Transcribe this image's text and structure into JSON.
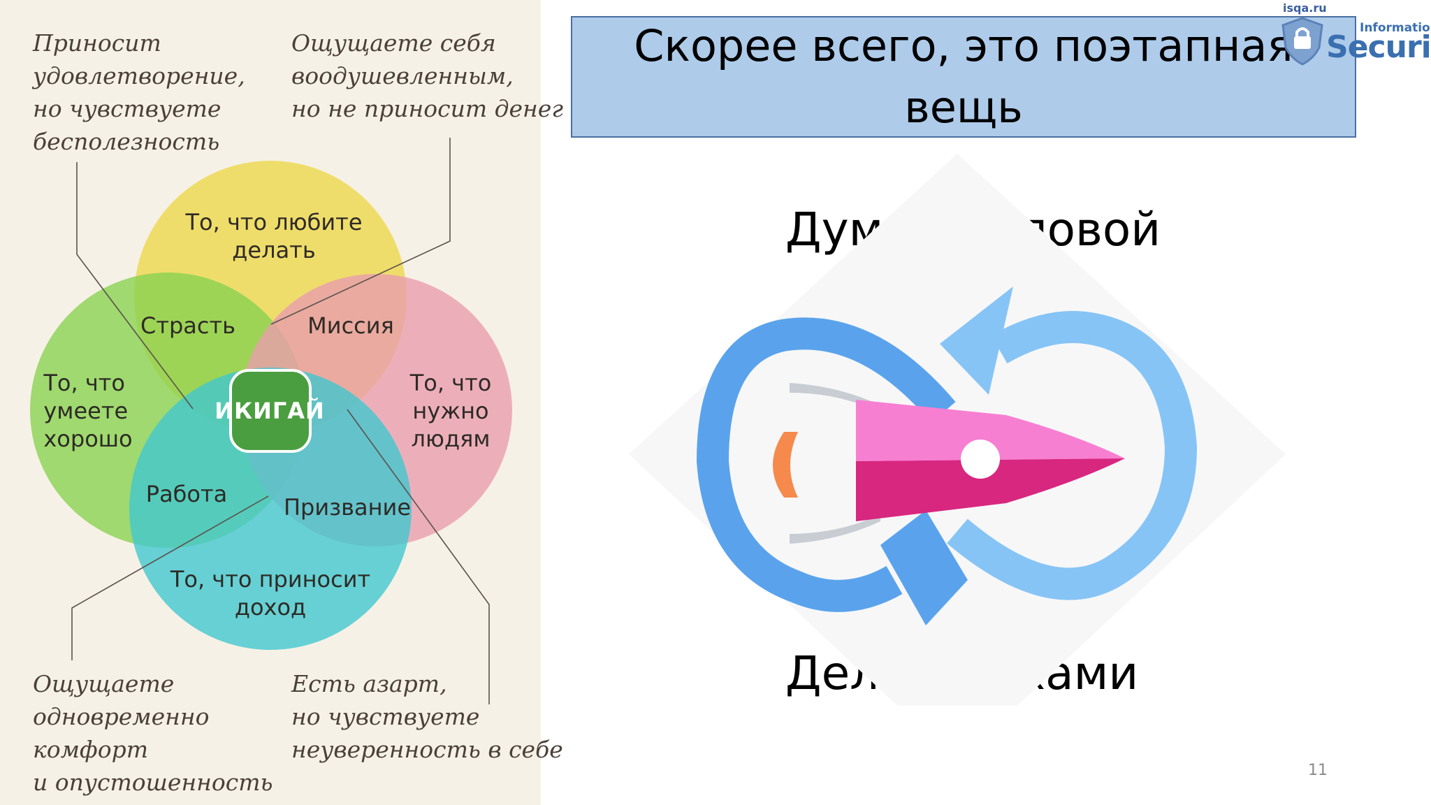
{
  "title": "Скорее всего, это поэтапная вещь",
  "logo": {
    "site": "isqa.ru",
    "line1": "Information",
    "line2": "Security"
  },
  "ikigai": {
    "center": "ИКИГАЙ",
    "circles": {
      "love": "То, что любите\nделать",
      "skill": "То, что\nумеете\nхорошо",
      "need": "То, что\nнужно\nлюдям",
      "paid": "То, что приносит\nдоход"
    },
    "overlaps": {
      "passion": "Страсть",
      "mission": "Миссия",
      "profession": "Работа",
      "vocation": "Призвание"
    },
    "notes": {
      "top_left": "Приносит\nудовлетворение,\nно чувствуете\nбесполезность",
      "top_right": "Ощущаете себя\nвоодушевленным,\nно не приносит денег",
      "bottom_left": "Ощущаете\nодновременно\nкомфорт\nи опустошенность",
      "bottom_right": "Есть азарт,\nно чувствуете\nнеуверенность в себе"
    },
    "colors": {
      "love": "#f7e65e",
      "skill": "#8ee05a",
      "need": "#f2a7c0",
      "paid": "#45d3e6",
      "center": "#4a9e3f",
      "panel": "#f6f1e6"
    }
  },
  "captions": {
    "top": "Думаю головой",
    "bottom": "Делаю руками"
  },
  "illustration": {
    "loop_icon": "infinity-arrows-icon",
    "rocket_icon": "rocket-icon",
    "colors": {
      "loop_dark": "#5aa3ec",
      "loop_light": "#86c4f6",
      "rocket_top": "#f77fd2",
      "rocket_bottom": "#d8277f",
      "flame": "#f58a4c",
      "fin": "#c8cdd3"
    }
  },
  "page_number": "11"
}
